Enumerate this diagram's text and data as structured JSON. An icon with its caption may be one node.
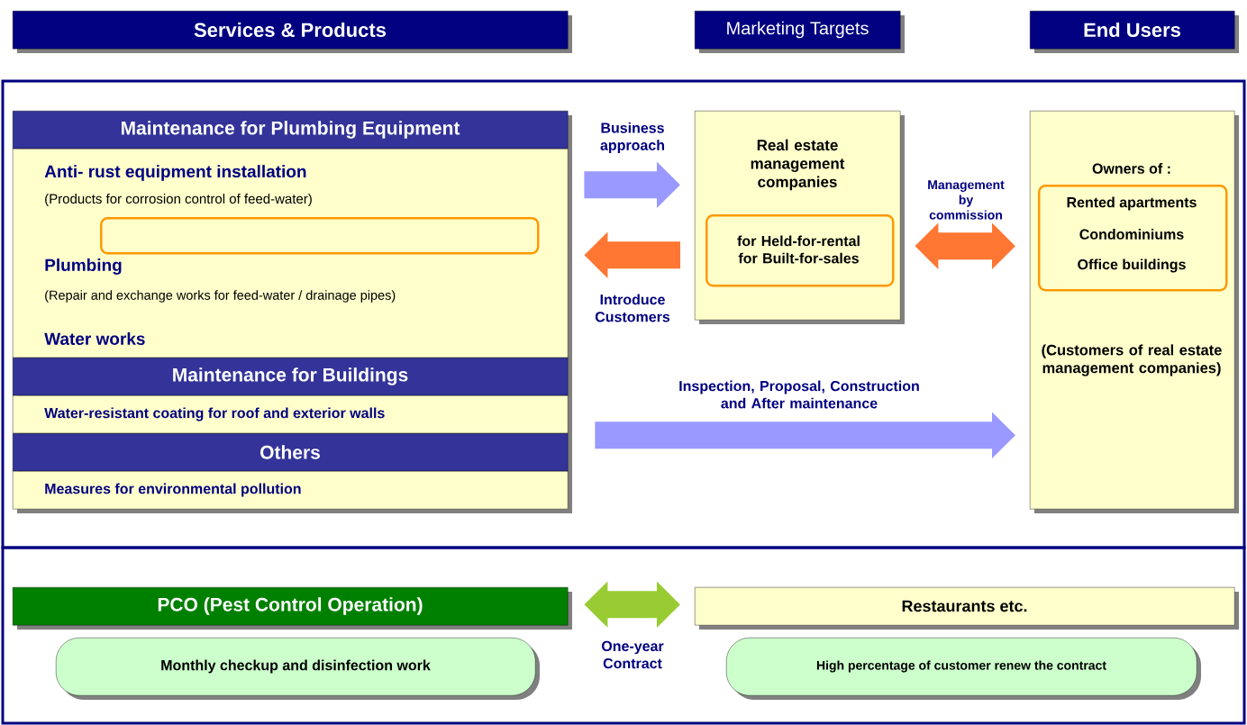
{
  "diagram": {
    "nodes": [
      {
        "text": [
          "Services & Products"
        ]
      },
      {
        "text": [
          "Marketing Targets"
        ]
      },
      {
        "text": [
          "End Users"
        ]
      },
      {
        "text": [
          "Maintenance for Plumbing Equipment"
        ]
      },
      {
        "text": [
          "Anti- rust equipment installation",
          "(Products for corrosion control of feed-water)",
          "Plumbing",
          "(Repair and exchange works for feed-water / drainage pipes)",
          "Water works"
        ]
      },
      {
        "text": [],
        "shape": "box",
        "in": 4
      },
      {
        "text": [
          "Maintenance for Buildings"
        ]
      },
      {
        "text": [
          "Water-resistant coating for roof and exterior walls"
        ]
      },
      {
        "text": [
          "Others"
        ]
      },
      {
        "text": [
          "Measures for environmental pollution"
        ]
      },
      {
        "text": [
          "Real estate management companies"
        ]
      },
      {
        "text": [
          "for Held-for-rental for Built-for-sales"
        ],
        "in": 10
      },
      {
        "text": [
          "Owners of :",
          "(Customers of real estate management companies)"
        ]
      },
      {
        "text": [
          "Rented apartments",
          "Condominiums",
          "Office buildings"
        ],
        "in": 12
      },
      {
        "text": [
          "PCO (Pest Control Operation)"
        ]
      },
      {
        "text": [
          "Monthly checkup and disinfection work"
        ]
      },
      {
        "text": [
          "Restaurants etc."
        ]
      },
      {
        "text": [
          "High percentage of customer renew the contract"
        ]
      }
    ],
    "edges": [
      {
        "from": 4,
        "to": 10,
        "arrow": "to",
        "label": "Business approach",
        "color": "#9999ff"
      },
      {
        "from": 10,
        "to": 4,
        "arrow": "to",
        "label": "Introduce Customers",
        "color": "#ff7733"
      },
      {
        "from": 10,
        "to": 12,
        "arrow": "both",
        "label": "Management by commission",
        "color": "#ff7733"
      },
      {
        "from": 7,
        "to": 12,
        "arrow": "to",
        "label": "Inspection, Proposal, Construction and After maintenance",
        "color": "#9999ff"
      },
      {
        "from": 14,
        "to": 16,
        "arrow": "both",
        "label": "One-year Contract",
        "color": "#99cc33"
      }
    ]
  }
}
